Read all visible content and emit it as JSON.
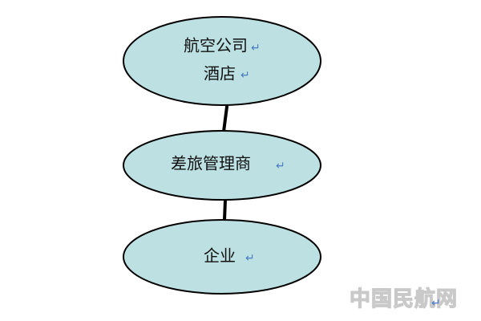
{
  "diagram": {
    "nodes": [
      {
        "id": "top",
        "lines": [
          "航空公司",
          "酒店"
        ]
      },
      {
        "id": "middle",
        "lines": [
          "差旅管理商"
        ]
      },
      {
        "id": "bottom",
        "lines": [
          "企业"
        ]
      }
    ],
    "edges": [
      {
        "from": "top",
        "to": "middle"
      },
      {
        "from": "middle",
        "to": "bottom"
      }
    ],
    "colors": {
      "node_fill": "#bde0e2",
      "node_stroke": "#000000",
      "edge": "#000000",
      "return_mark": "#4a7cc3"
    }
  },
  "watermark": "中国民航网",
  "paragraph_mark": "↵"
}
